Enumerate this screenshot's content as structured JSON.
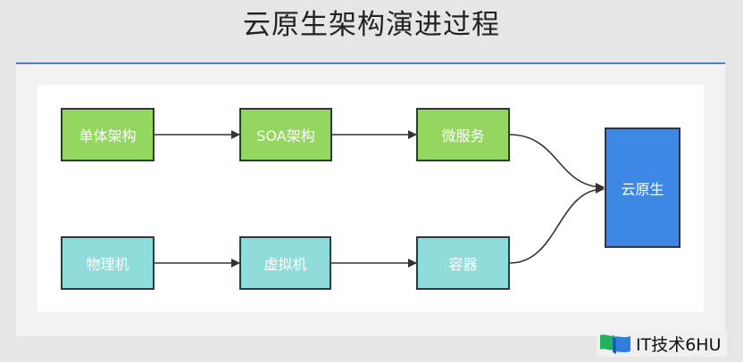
{
  "title": "云原生架构演进过程",
  "diagram": {
    "row1": [
      {
        "id": "monolith",
        "label": "单体架构"
      },
      {
        "id": "soa",
        "label": "SOA架构"
      },
      {
        "id": "microservices",
        "label": "微服务"
      }
    ],
    "row2": [
      {
        "id": "physical",
        "label": "物理机"
      },
      {
        "id": "vm",
        "label": "虚拟机"
      },
      {
        "id": "container",
        "label": "容器"
      }
    ],
    "target": {
      "id": "cloud-native",
      "label": "云原生"
    },
    "edges": [
      [
        "monolith",
        "soa"
      ],
      [
        "soa",
        "microservices"
      ],
      [
        "microservices",
        "cloud-native"
      ],
      [
        "physical",
        "vm"
      ],
      [
        "vm",
        "container"
      ],
      [
        "container",
        "cloud-native"
      ]
    ],
    "colors": {
      "row1": "#93d760",
      "row2": "#8edcdc",
      "target": "#3d88e4",
      "accent": "#4f7fd0"
    }
  },
  "watermark": {
    "text": "IT技术6HU",
    "icon": "flag-logo-icon"
  }
}
